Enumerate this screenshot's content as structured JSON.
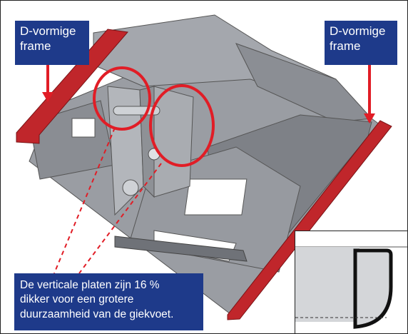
{
  "labels": {
    "left_frame": [
      "D-vormige",
      "frame"
    ],
    "right_frame": [
      "D-vormige",
      "frame"
    ],
    "plates_note": [
      "De verticale platen zijn 16 %",
      "dikker voor een grotere",
      "duurzaamheid van de giekvoet."
    ]
  },
  "colors": {
    "label_bg": "#1e3a8a",
    "label_text": "#ffffff",
    "highlight": "#e11d26",
    "frame_red": "#c0262b",
    "steel": "#8d9096"
  }
}
